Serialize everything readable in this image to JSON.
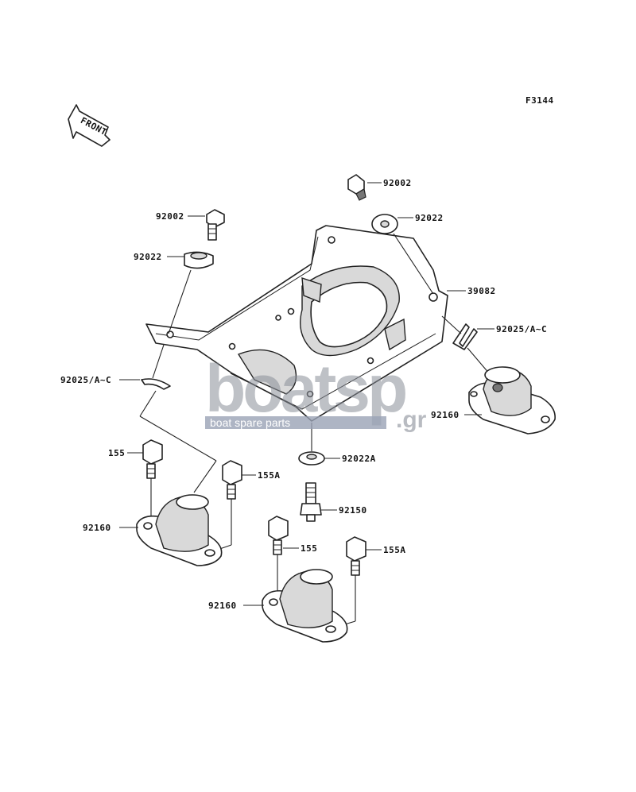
{
  "figure_code": "F3144",
  "front_label": "FRONT",
  "labels": {
    "bolt_top_right": "92002",
    "bolt_top_left": "92002",
    "washer_top_right": "92022",
    "washer_top_left": "92022",
    "bracket": "39082",
    "clip_right": "92025/A~C",
    "clip_left": "92025/A~C",
    "mount_right": "92160",
    "washer_bottom": "92022A",
    "bolt_left_155": "155",
    "bolt_left_155a": "155A",
    "stud": "92150",
    "mount_left": "92160",
    "bolt_center_155": "155",
    "bolt_center_155a": "155A",
    "mount_center": "92160"
  },
  "watermark": {
    "brand": "boatsp",
    "tld": ".gr",
    "tagline": "boat spare parts"
  }
}
